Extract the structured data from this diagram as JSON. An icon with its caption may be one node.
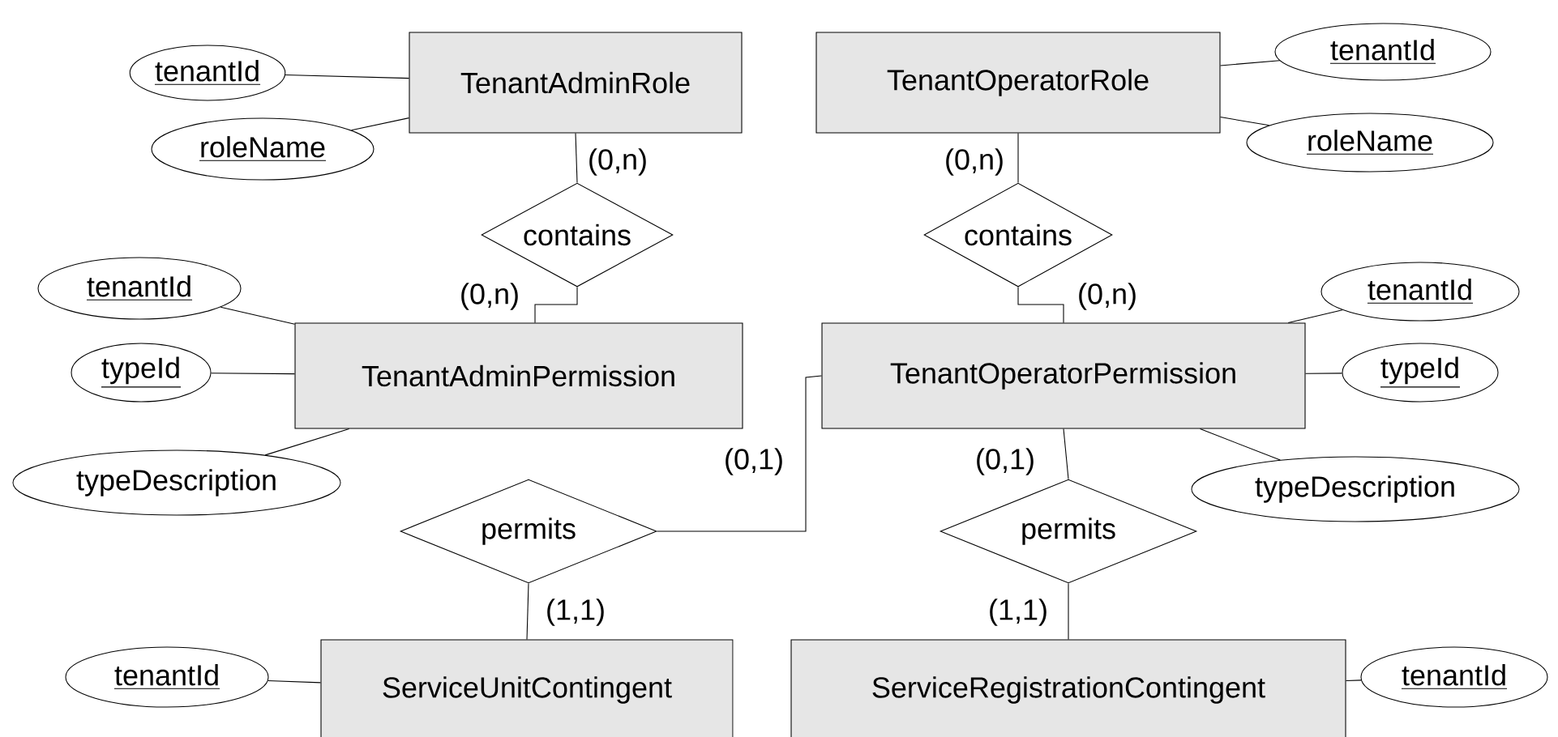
{
  "diagram": {
    "nodes": [
      {
        "text": [
          "tenantId"
        ]
      },
      {
        "text": [
          "TenantAdminRole"
        ]
      },
      {
        "text": [
          "TenantOperatorRole"
        ]
      },
      {
        "text": [
          "tenantId"
        ]
      },
      {
        "text": [
          "roleName"
        ]
      },
      {
        "text": [
          "roleName"
        ]
      },
      {
        "text": [
          "contains"
        ]
      },
      {
        "text": [
          "contains"
        ]
      },
      {
        "text": [
          "tenantId"
        ]
      },
      {
        "text": [
          "tenantId"
        ]
      },
      {
        "text": [
          "typeId"
        ]
      },
      {
        "text": [
          "TenantAdminPermission"
        ]
      },
      {
        "text": [
          "TenantOperatorPermission"
        ]
      },
      {
        "text": [
          "typeId"
        ]
      },
      {
        "text": [
          "typeDescription"
        ]
      },
      {
        "text": [
          "typeDescription"
        ]
      },
      {
        "text": [
          "permits"
        ]
      },
      {
        "text": [
          "permits"
        ]
      },
      {
        "text": [
          "tenantId"
        ]
      },
      {
        "text": [
          "ServiceUnitContingent"
        ]
      },
      {
        "text": [
          "ServiceRegistrationContingent"
        ]
      },
      {
        "text": [
          "tenantId"
        ]
      }
    ],
    "edges": [
      {
        "from": 0,
        "to": 1,
        "arrow": "none"
      },
      {
        "from": 4,
        "to": 1,
        "arrow": "none"
      },
      {
        "from": 2,
        "to": 3,
        "arrow": "none"
      },
      {
        "from": 2,
        "to": 5,
        "arrow": "none"
      },
      {
        "from": 1,
        "to": 6,
        "label": "(0,n)",
        "arrow": "none"
      },
      {
        "from": 6,
        "to": 11,
        "label": "(0,n)",
        "arrow": "none"
      },
      {
        "from": 2,
        "to": 7,
        "label": "(0,n)",
        "arrow": "none"
      },
      {
        "from": 7,
        "to": 12,
        "label": "(0,n)",
        "arrow": "none"
      },
      {
        "from": 8,
        "to": 11,
        "arrow": "none"
      },
      {
        "from": 10,
        "to": 11,
        "arrow": "none"
      },
      {
        "from": 14,
        "to": 11,
        "arrow": "none"
      },
      {
        "from": 12,
        "to": 9,
        "arrow": "none"
      },
      {
        "from": 12,
        "to": 13,
        "arrow": "none"
      },
      {
        "from": 12,
        "to": 15,
        "arrow": "none"
      },
      {
        "from": 12,
        "to": 16,
        "label": "(0,1)",
        "arrow": "none"
      },
      {
        "from": 16,
        "to": 19,
        "label": "(1,1)",
        "arrow": "none"
      },
      {
        "from": 12,
        "to": 17,
        "label": "(0,1)",
        "arrow": "none"
      },
      {
        "from": 17,
        "to": 20,
        "label": "(1,1)",
        "arrow": "none"
      },
      {
        "from": 18,
        "to": 19,
        "arrow": "none"
      },
      {
        "from": 20,
        "to": 21,
        "arrow": "none"
      }
    ]
  }
}
